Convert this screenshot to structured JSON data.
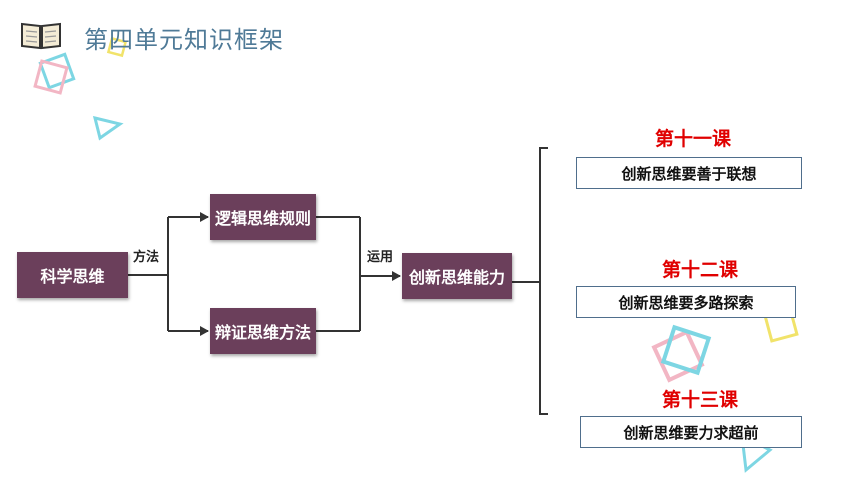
{
  "header": {
    "title": "第四单元知识框架",
    "icon": "open-book-icon"
  },
  "diagram": {
    "root": "科学思维",
    "method_label": "方法",
    "branches": [
      "逻辑思维规则",
      "辩证思维方法"
    ],
    "apply_label": "运用",
    "target": "创新思维能力"
  },
  "lessons": [
    {
      "title": "第十一课",
      "topic": "创新思维要善于联想"
    },
    {
      "title": "第十二课",
      "topic": "创新思维要多路探索"
    },
    {
      "title": "第十三课",
      "topic": "创新思维要力求超前"
    }
  ],
  "colors": {
    "box_fill": "#6b3f5b",
    "lesson_title": "#e00000",
    "header_text": "#4f7a97",
    "lesson_border": "#4f6e8c"
  }
}
